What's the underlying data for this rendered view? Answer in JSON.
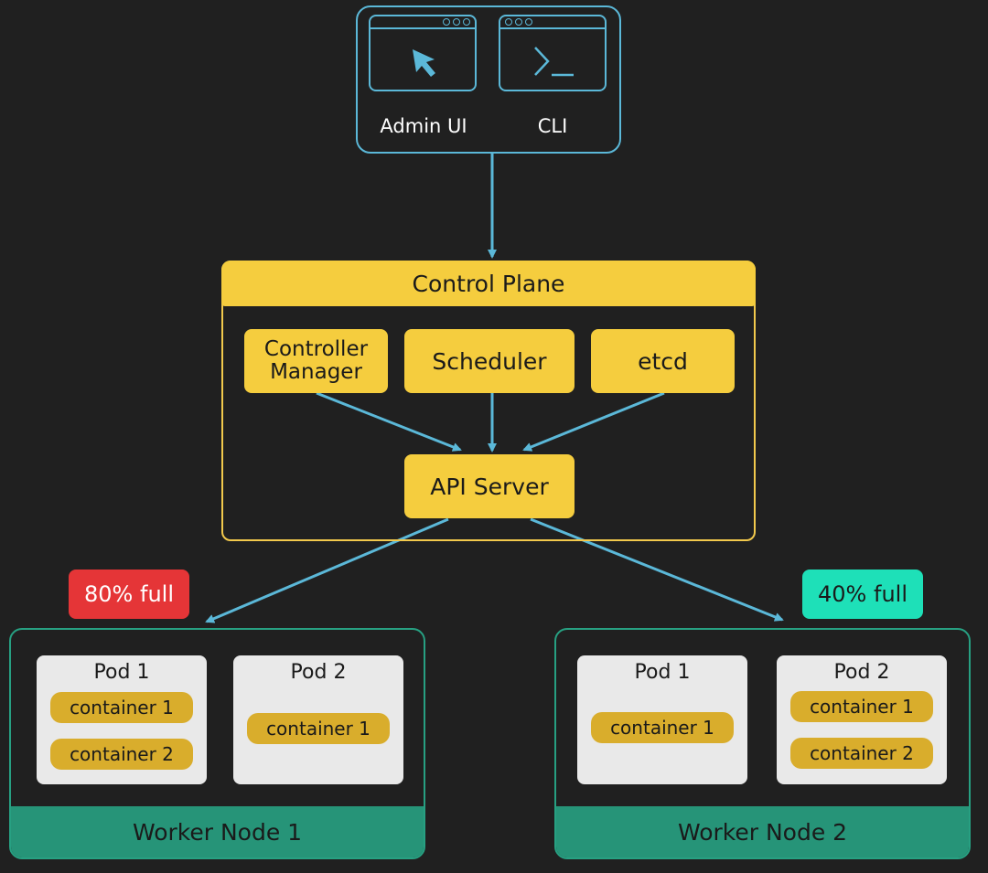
{
  "clients": {
    "admin_ui": {
      "label": "Admin UI",
      "icon": "cursor-icon"
    },
    "cli": {
      "label": "CLI",
      "icon": "terminal-prompt-icon"
    }
  },
  "control_plane": {
    "title": "Control Plane",
    "components": {
      "controller_manager": "Controller\nManager",
      "scheduler": "Scheduler",
      "etcd": "etcd",
      "api_server": "API Server"
    }
  },
  "worker_nodes": [
    {
      "label": "Worker Node 1",
      "usage": "80% full",
      "usage_color": "#e53537",
      "pods": [
        {
          "name": "Pod 1",
          "containers": [
            "container 1",
            "container 2"
          ]
        },
        {
          "name": "Pod 2",
          "containers": [
            "container 1"
          ]
        }
      ]
    },
    {
      "label": "Worker Node 2",
      "usage": "40% full",
      "usage_color": "#1ee0b8",
      "pods": [
        {
          "name": "Pod 1",
          "containers": [
            "container 1"
          ]
        },
        {
          "name": "Pod 2",
          "containers": [
            "container 1",
            "container 2"
          ]
        }
      ]
    }
  ],
  "colors": {
    "background": "#202020",
    "arrow": "#5bb8d8",
    "control_plane": "#f5cd3e",
    "container": "#d9ad2c",
    "worker_node": "#269478",
    "pod": "#e9e9e9"
  }
}
